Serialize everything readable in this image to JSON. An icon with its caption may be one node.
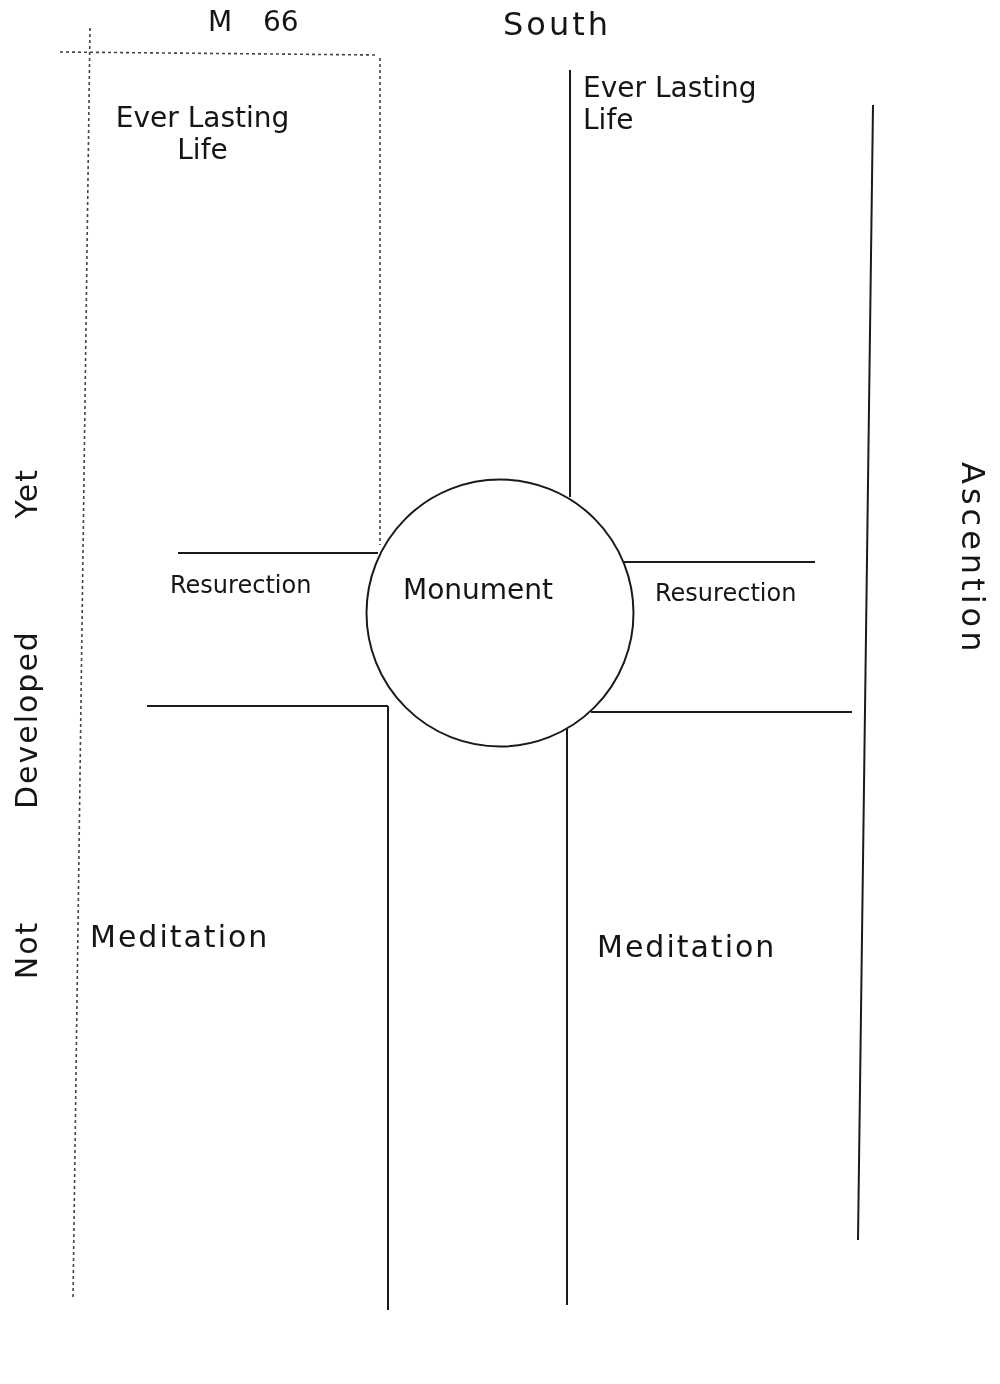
{
  "diagram": {
    "nodes": [
      {
        "text": [
          "Monument"
        ]
      }
    ],
    "labels": [
      "M 66",
      "South",
      "Ever Lasting Life",
      "Ever Lasting Life",
      "Ascention",
      "Not Developed Yet",
      "Resurection",
      "Resurection",
      "Meditation",
      "Meditation"
    ]
  }
}
